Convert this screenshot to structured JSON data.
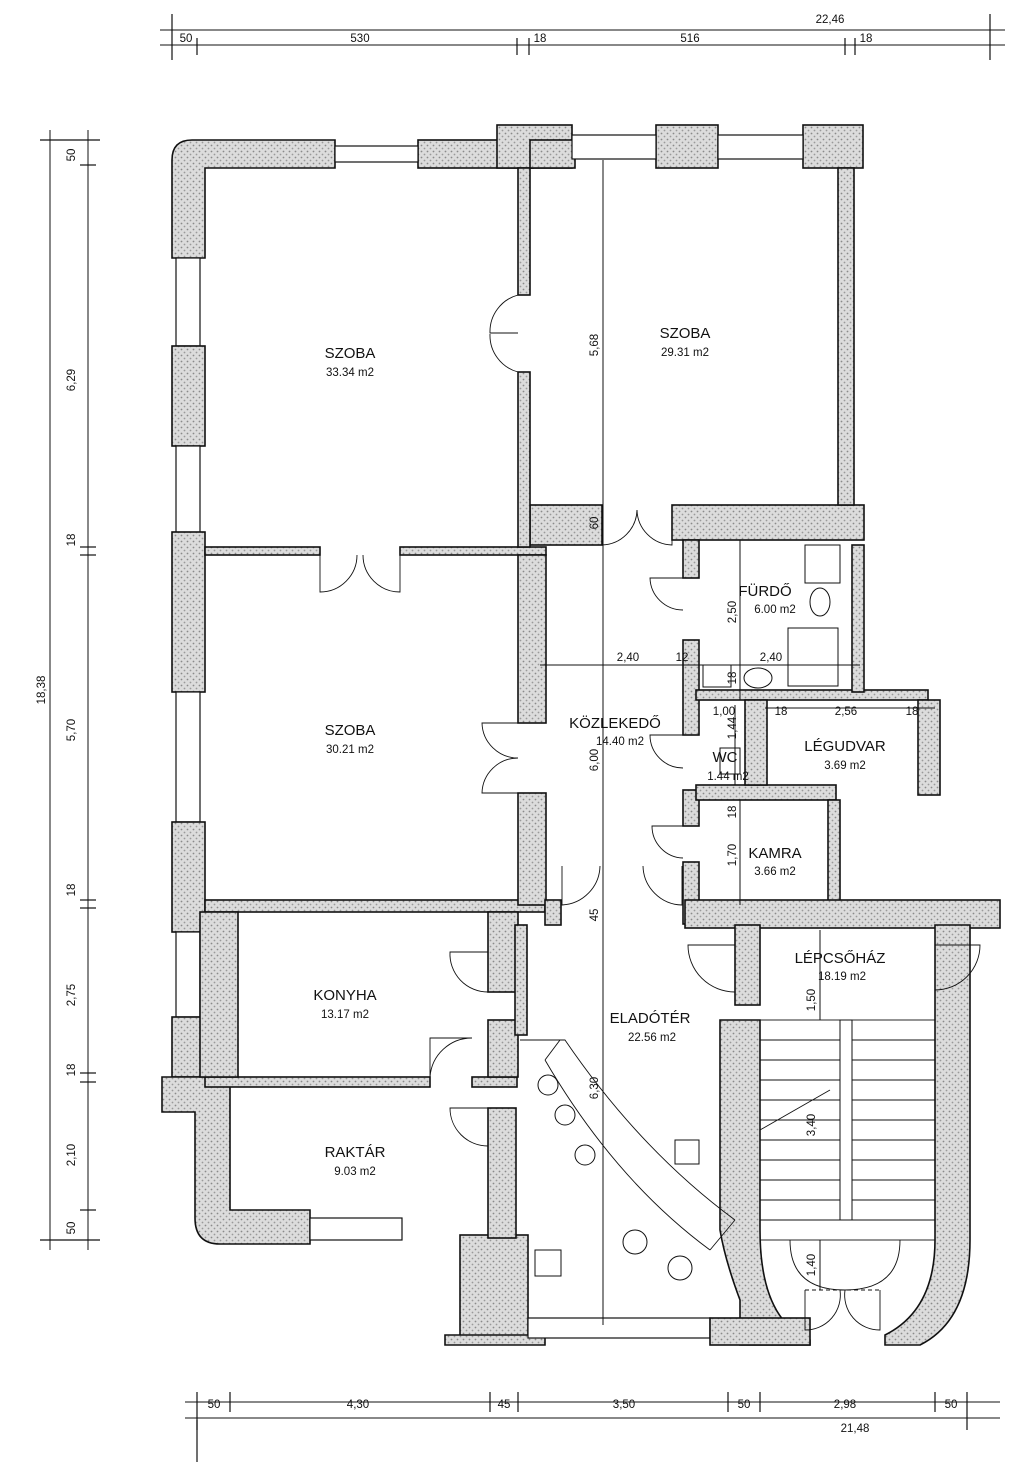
{
  "rooms": {
    "szoba1": {
      "name": "SZOBA",
      "area": "33.34  m2"
    },
    "szoba2": {
      "name": "SZOBA",
      "area": "29.31  m2"
    },
    "szoba3": {
      "name": "SZOBA",
      "area": "30.21  m2"
    },
    "furdo": {
      "name": "FÜRDŐ",
      "area": "6.00  m2"
    },
    "kozlekedo": {
      "name": "KÖZLEKEDŐ",
      "area": "14.40  m2"
    },
    "wc": {
      "name": "WC",
      "area": "1.44  m2"
    },
    "legudvar": {
      "name": "LÉGUDVAR",
      "area": "3.69  m2"
    },
    "kamra": {
      "name": "KAMRA",
      "area": "3.66  m2"
    },
    "konyha": {
      "name": "KONYHA",
      "area": "13.17  m2"
    },
    "eladoter": {
      "name": "ELADÓTÉR",
      "area": "22.56  m2"
    },
    "lepcsohaz": {
      "name": "LÉPCSŐHÁZ",
      "area": "18.19  m2"
    },
    "raktar": {
      "name": "RAKTÁR",
      "area": "9.03  m2"
    }
  },
  "dims": {
    "top_total": "22,46",
    "top_50": "50",
    "top_530": "530",
    "top_18a": "18",
    "top_516": "516",
    "top_18b": "18",
    "left_total": "18,38",
    "left_50a": "50",
    "left_629": "6,29",
    "left_18a": "18",
    "left_570": "5,70",
    "left_18b": "18",
    "left_275": "2,75",
    "left_18c": "18",
    "left_210": "2,10",
    "left_50b": "50",
    "bot_total": "21,48",
    "bot_50a": "50",
    "bot_430": "4,30",
    "bot_45": "45",
    "bot_350": "3,50",
    "bot_50b": "50",
    "bot_298": "2,98",
    "bot_50c": "50",
    "in_568": "5,68",
    "in_60": "60",
    "in_240a": "2,40",
    "in_12": "12",
    "in_240b": "2,40",
    "in_250": "2,50",
    "in_18a": "18",
    "in_100": "1,00",
    "in_144": "1,44",
    "in_18b": "18",
    "in_256": "2,56",
    "in_18c": "18",
    "in_600": "6,00",
    "in_18d": "18",
    "in_170": "1,70",
    "in_45": "45",
    "in_150": "1,50",
    "in_630": "6,30",
    "in_340": "3,40",
    "in_140": "1,40"
  }
}
